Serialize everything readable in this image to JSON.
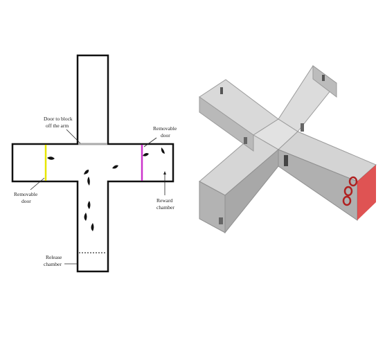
{
  "schematic": {
    "labels": {
      "door_block_line1": "Door to block",
      "door_block_line2": "off the arm",
      "removable_door_left_line1": "Removable",
      "removable_door_left_line2": "door",
      "removable_door_right_line1": "Removable",
      "removable_door_right_line2": "door",
      "reward_line1": "Reward",
      "reward_line2": "chamber",
      "release_line1": "Release",
      "release_line2": "chamber"
    },
    "colors": {
      "walls": "#111111",
      "block_door": "#aaaaaa",
      "left_removable_door": "#e6e600",
      "right_removable_door": "#cc33cc",
      "fish": "#111111"
    }
  },
  "render": {
    "colors": {
      "glass_top": "#d9d9d9",
      "glass_side": "#b5b5b5",
      "glass_dark": "#8f8f8f",
      "reward_red": "#d93535"
    }
  }
}
